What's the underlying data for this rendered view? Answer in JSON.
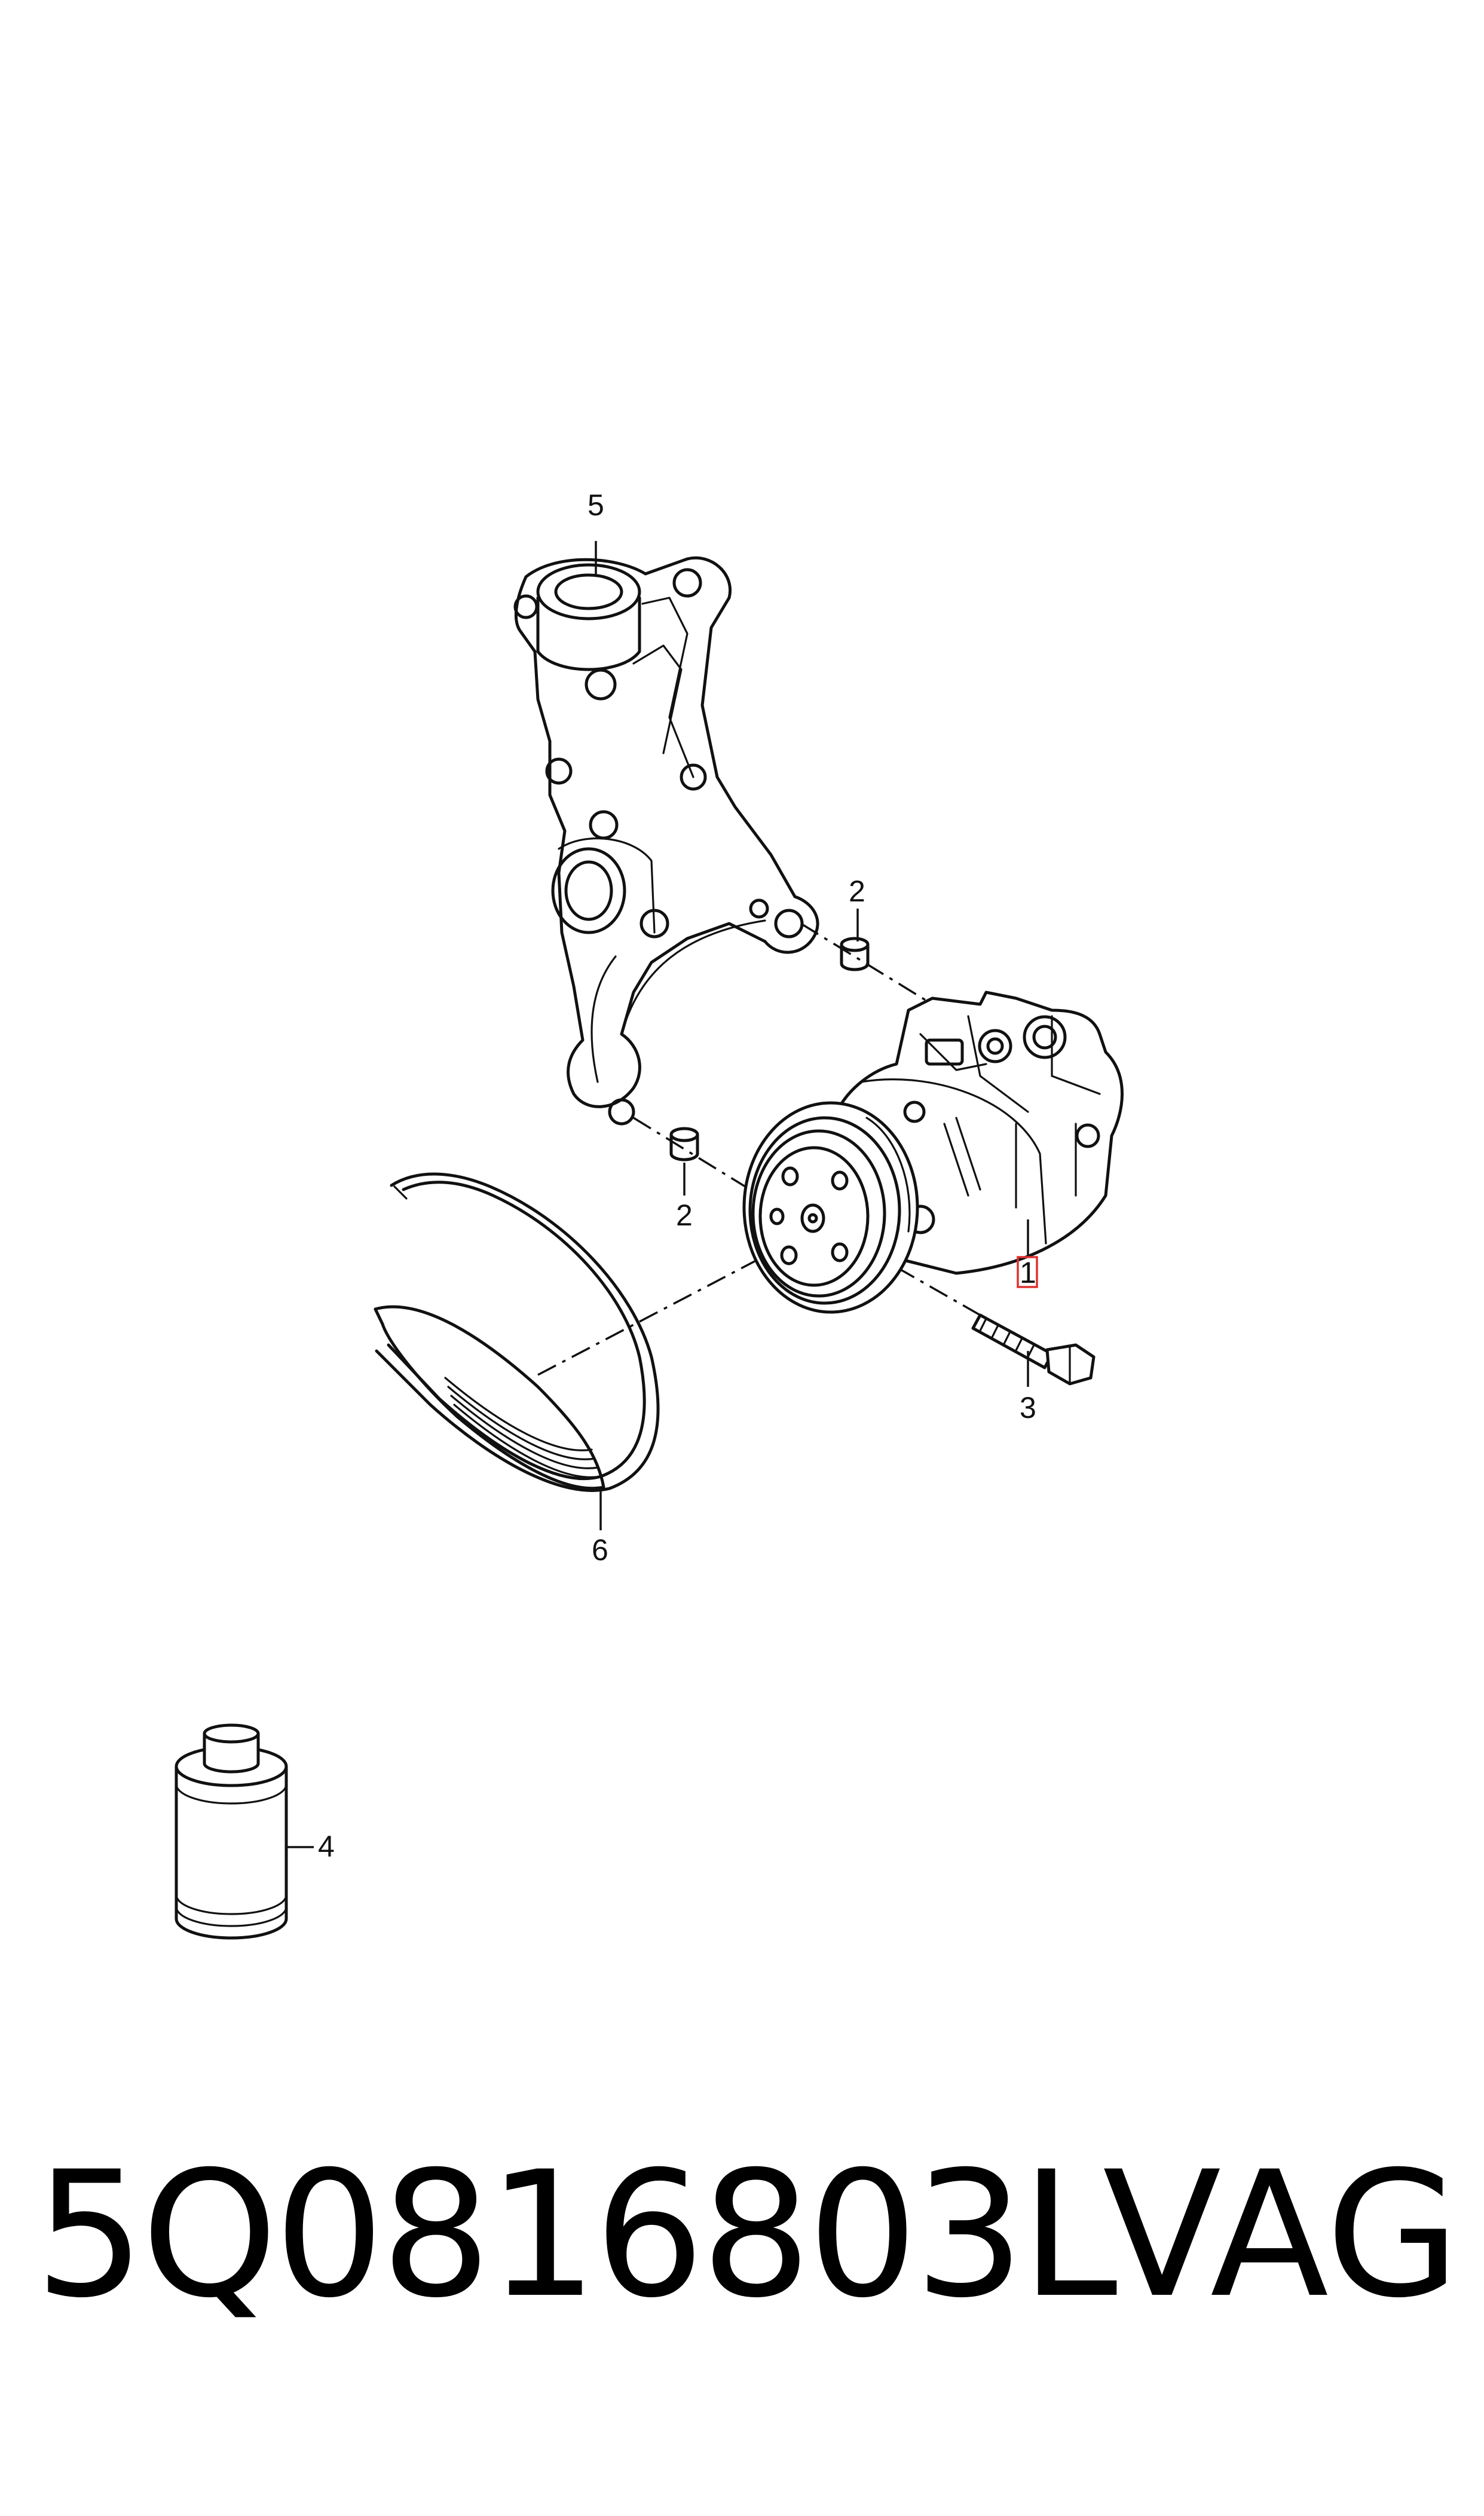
{
  "callouts": {
    "p1": "1",
    "p2a": "2",
    "p2b": "2",
    "p3": "3",
    "p4": "4",
    "p5": "5",
    "p6": "6"
  },
  "footer": {
    "part_number": "5Q0816803L",
    "brand": "VAG"
  },
  "colors": {
    "line": "#111111",
    "highlight": "#e03030",
    "background": "#ffffff"
  }
}
